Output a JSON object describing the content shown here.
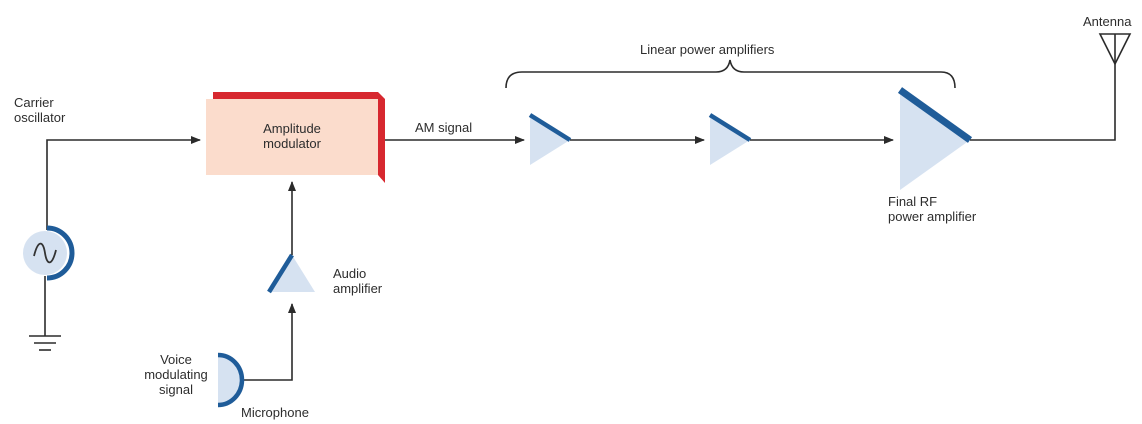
{
  "labels": {
    "carrier_line1": "Carrier",
    "carrier_line2": "oscillator",
    "modulator_line1": "Amplitude",
    "modulator_line2": "modulator",
    "am_signal": "AM signal",
    "linear_power_amplifiers": "Linear power amplifiers",
    "antenna": "Antenna",
    "final_line1": "Final RF",
    "final_line2": "power amplifier",
    "audio_line1": "Audio",
    "audio_line2": "amplifier",
    "voice_line1": "Voice",
    "voice_line2": "modulating",
    "voice_line3": "signal",
    "microphone": "Microphone"
  },
  "colors": {
    "modulator_fill": "#fbdccc",
    "modulator_edge": "#d7282f",
    "amplifier_fill": "#d6e2f1",
    "amplifier_edge": "#1f5c99",
    "wire": "#2b2b2b"
  }
}
